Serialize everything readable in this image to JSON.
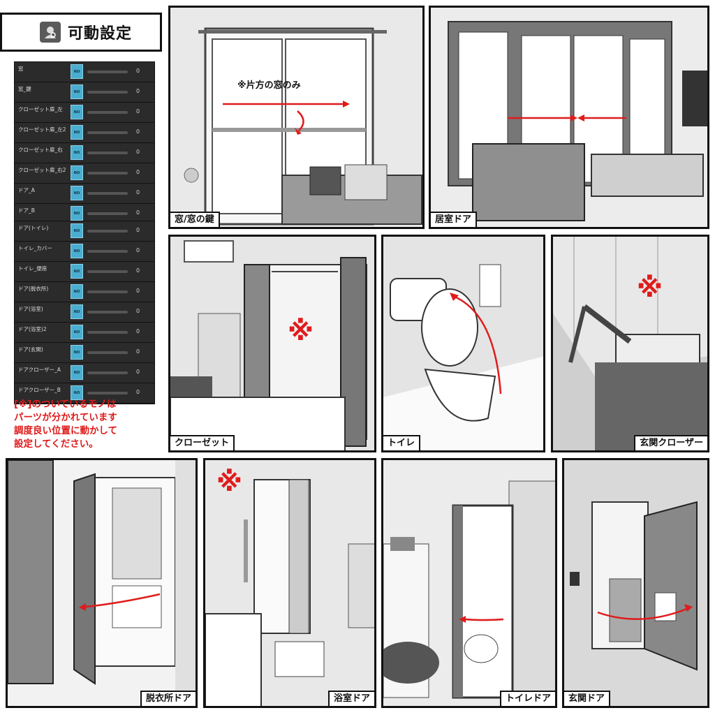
{
  "title": {
    "label": "可動設定",
    "icon": "gear-person-icon"
  },
  "param_groups": [
    [
      {
        "label": "窓",
        "key": "NO",
        "value": "0"
      },
      {
        "label": "窓_鍵",
        "key": "NO",
        "value": "0"
      },
      {
        "label": "クローゼット扉_左",
        "key": "NO",
        "value": "0"
      },
      {
        "label": "クローゼット扉_左2",
        "key": "NO",
        "value": "0"
      },
      {
        "label": "クローゼット扉_右",
        "key": "NO",
        "value": "0"
      },
      {
        "label": "クローゼット扉_右2",
        "key": "NO",
        "value": "0"
      },
      {
        "label": "ドア_A",
        "key": "NO",
        "value": "0"
      },
      {
        "label": "ドア_B",
        "key": "NO",
        "value": "0"
      }
    ],
    [
      {
        "label": "ドア(トイレ)",
        "key": "NO",
        "value": "0"
      },
      {
        "label": "トイレ_カバー",
        "key": "NO",
        "value": "0"
      },
      {
        "label": "トイレ_便座",
        "key": "NO",
        "value": "0"
      },
      {
        "label": "ドア(脱衣所)",
        "key": "NO",
        "value": "0"
      },
      {
        "label": "ドア(浴室)",
        "key": "NO",
        "value": "0"
      },
      {
        "label": "ドア(浴室)2",
        "key": "NO",
        "value": "0"
      },
      {
        "label": "ドア(玄関)",
        "key": "NO",
        "value": "0"
      },
      {
        "label": "ドアクローザー_A",
        "key": "NO",
        "value": "0"
      },
      {
        "label": "ドアクローザー_B",
        "key": "NO",
        "value": "0"
      }
    ]
  ],
  "note": {
    "lines": [
      "[※]のついているモノは",
      "パーツが分かれています",
      "調度良い位置に動かして",
      "設定してください。"
    ]
  },
  "mark": "※",
  "panels": {
    "window": {
      "caption": "窓/窓の鍵",
      "note": "※片方の窓のみ"
    },
    "living_door": {
      "caption": "居室ドア"
    },
    "closet": {
      "caption": "クローゼット"
    },
    "toilet": {
      "caption": "トイレ"
    },
    "door_closer": {
      "caption": "玄関クローザー"
    },
    "dressing_door": {
      "caption": "脱衣所ドア"
    },
    "bath_door": {
      "caption": "浴室ドア"
    },
    "toilet_door": {
      "caption": "トイレドア"
    },
    "entrance_door": {
      "caption": "玄関ドア"
    }
  },
  "colors": {
    "accent_red": "#e01b1b",
    "panel_bg": "#2b2b2b",
    "key_blue": "#4aaed0"
  }
}
